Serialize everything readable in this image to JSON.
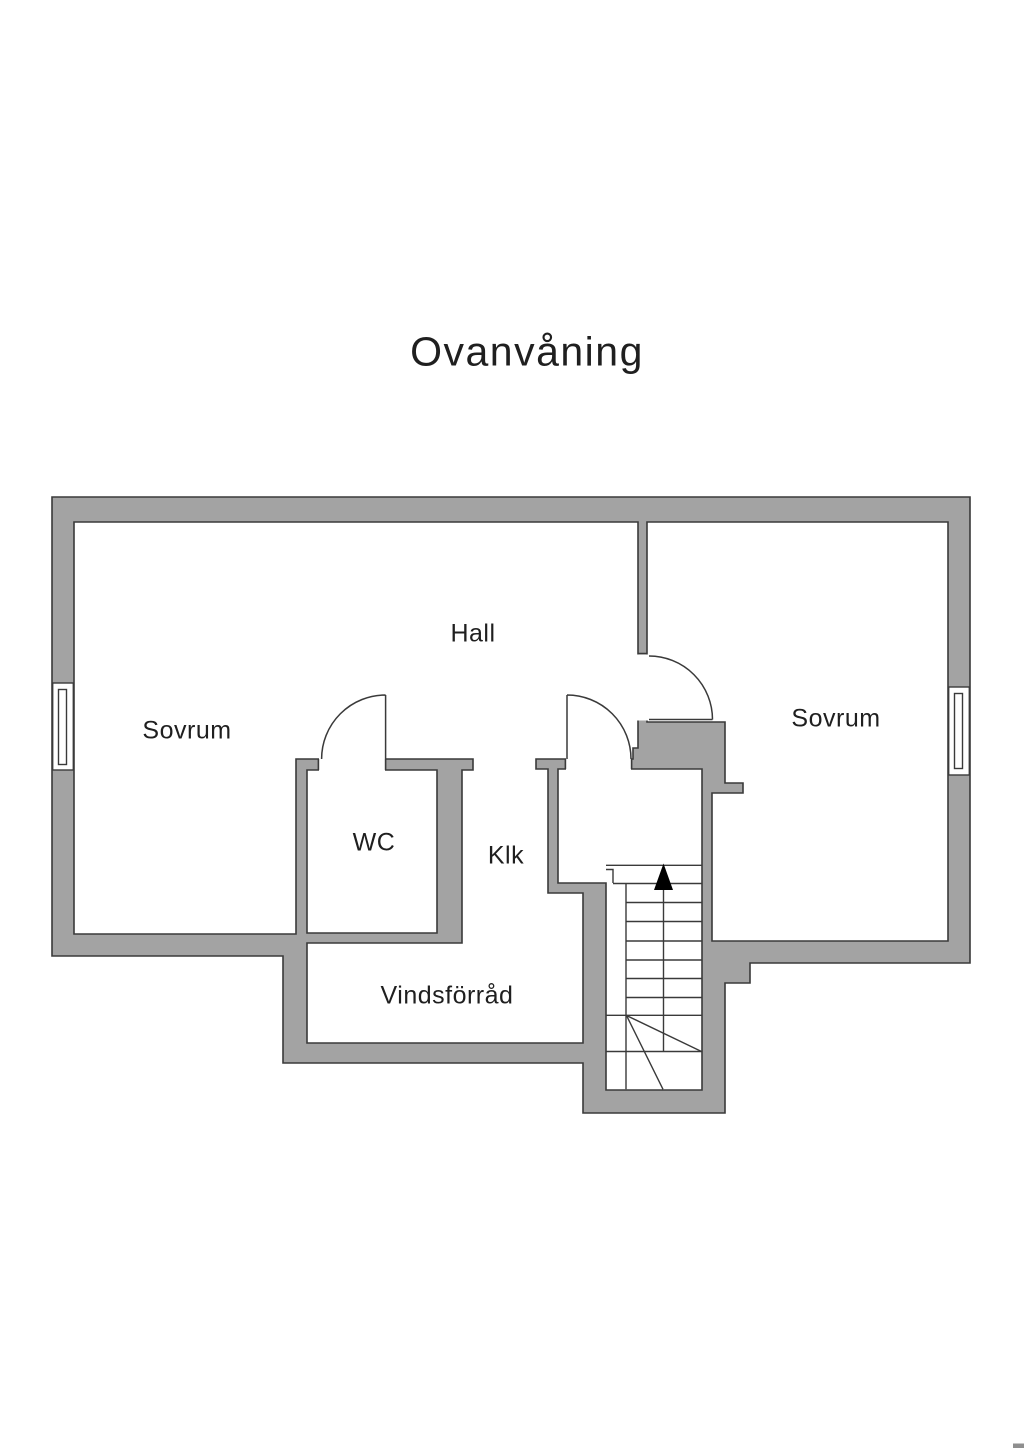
{
  "title": "Ovanvåning",
  "floorplan": {
    "rooms": {
      "sovrum_left": {
        "label": "Sovrum"
      },
      "hall": {
        "label": "Hall"
      },
      "sovrum_right": {
        "label": "Sovrum"
      },
      "wc": {
        "label": "WC"
      },
      "klk": {
        "label": "Klk"
      },
      "vindsforrad": {
        "label": "Vindsförråd"
      }
    },
    "doors": [
      {
        "name": "wc-door",
        "type": "swing-arc"
      },
      {
        "name": "klk-door",
        "type": "swing-arc"
      },
      {
        "name": "sovrum-right-door",
        "type": "swing-arc"
      }
    ],
    "windows": [
      {
        "name": "left-wall-window"
      },
      {
        "name": "right-wall-window"
      }
    ],
    "stairs": {
      "tread_lines": 8,
      "winder_treads": 3,
      "direction_arrow": "up"
    },
    "colors": {
      "background": "#ffffff",
      "wall_fill": "#a3a3a3",
      "outline": "#3a3a3a",
      "text": "#1f1f1f",
      "corner_mark": "#8f8f8f"
    }
  }
}
